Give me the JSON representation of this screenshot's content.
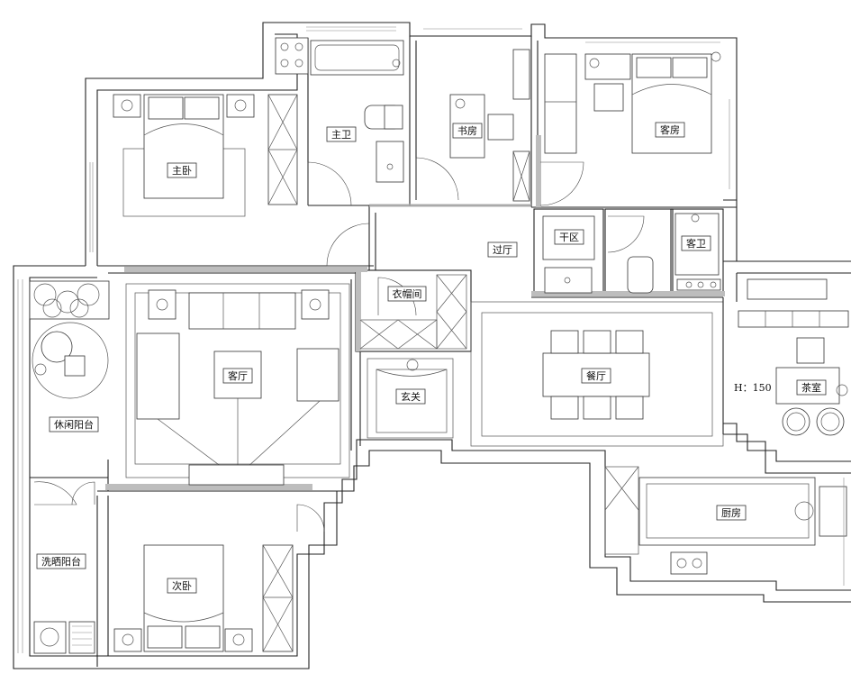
{
  "plan": {
    "rooms": [
      {
        "id": "master-bedroom",
        "label": "主卧"
      },
      {
        "id": "master-bath",
        "label": "主卫"
      },
      {
        "id": "study",
        "label": "书房"
      },
      {
        "id": "guest-room",
        "label": "客房"
      },
      {
        "id": "hallway",
        "label": "过厅"
      },
      {
        "id": "dry-area",
        "label": "干区"
      },
      {
        "id": "guest-bath",
        "label": "客卫"
      },
      {
        "id": "cloakroom",
        "label": "衣帽间"
      },
      {
        "id": "living-room",
        "label": "客厅"
      },
      {
        "id": "dining-room",
        "label": "餐厅"
      },
      {
        "id": "foyer",
        "label": "玄关"
      },
      {
        "id": "tea-room",
        "label": "茶室"
      },
      {
        "id": "leisure-balcony",
        "label": "休闲阳台"
      },
      {
        "id": "kitchen",
        "label": "厨房"
      },
      {
        "id": "laundry-balcony",
        "label": "洗晒阳台"
      },
      {
        "id": "second-bedroom",
        "label": "次卧"
      }
    ],
    "height_note": "H：150"
  }
}
